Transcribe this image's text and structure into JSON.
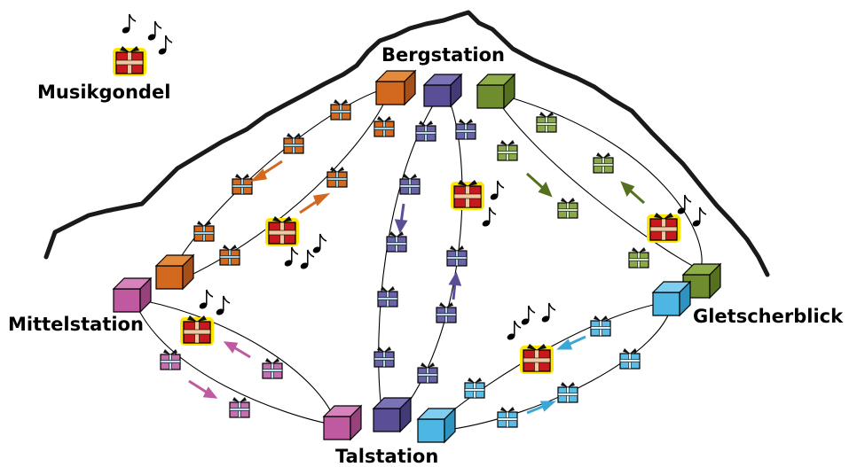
{
  "stations": {
    "bergstation": "Bergstation",
    "mittelstation": "Mittelstation",
    "gletscherblick": "Gletscherblick",
    "talstation": "Talstation"
  },
  "legend": {
    "label": "Musikgondel",
    "icon": "music-gondola-icon"
  },
  "colors": {
    "orange": "#d2691e",
    "purple": "#5a4f96",
    "olive": "#6f8c2f",
    "pink": "#c05aa0",
    "cyan": "#4db6e2",
    "music_red": "#c8191e",
    "music_glow": "#ffe500",
    "mountain": "#1a1a1a"
  },
  "lines": [
    {
      "name": "orange-line",
      "color": "orange",
      "from": "Mittelstation",
      "to": "Bergstation"
    },
    {
      "name": "purple-line",
      "color": "purple",
      "from": "Talstation",
      "to": "Bergstation"
    },
    {
      "name": "olive-line",
      "color": "olive",
      "from": "Gletscherblick",
      "to": "Bergstation"
    },
    {
      "name": "pink-line",
      "color": "pink",
      "from": "Mittelstation",
      "to": "Talstation"
    },
    {
      "name": "cyan-line",
      "color": "cyan",
      "from": "Talstation",
      "to": "Gletscherblick"
    }
  ]
}
